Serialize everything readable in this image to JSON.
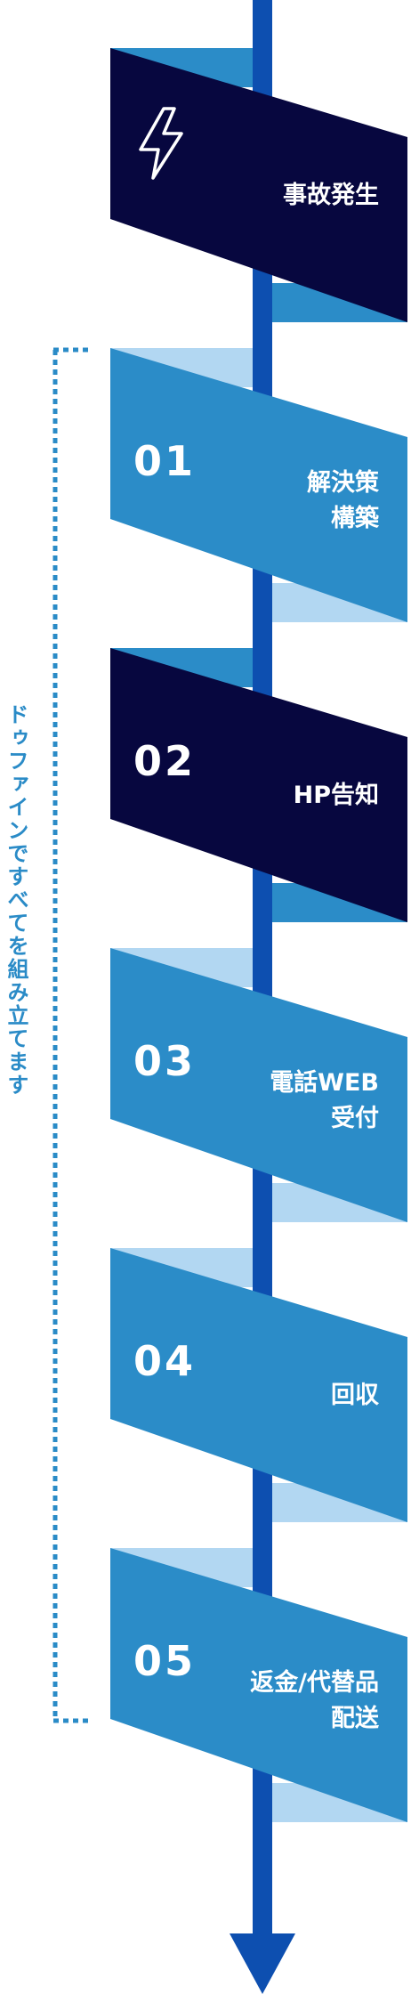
{
  "colors": {
    "timeline": "#0d4fb0",
    "navy": "#07073f",
    "blue": "#2b8cc8",
    "light": "#b2d7f2",
    "bracket": "#2a8bc7",
    "text": "#ffffff"
  },
  "start": {
    "icon": "lightning-bolt-icon",
    "label": "事故発生",
    "color": "navy",
    "accent": "blue"
  },
  "steps": [
    {
      "number": "01",
      "lines": [
        "解決策",
        "構築"
      ],
      "color": "blue",
      "accent": "light"
    },
    {
      "number": "02",
      "lines": [
        "HP告知"
      ],
      "color": "navy",
      "accent": "blue"
    },
    {
      "number": "03",
      "lines": [
        "電話WEB",
        "受付"
      ],
      "color": "blue",
      "accent": "light"
    },
    {
      "number": "04",
      "lines": [
        "回収"
      ],
      "color": "blue",
      "accent": "light"
    },
    {
      "number": "05",
      "lines": [
        "返金/代替品",
        "配送"
      ],
      "color": "blue",
      "accent": "light"
    }
  ],
  "side_label": "ドゥファインですべてを組み立てます"
}
